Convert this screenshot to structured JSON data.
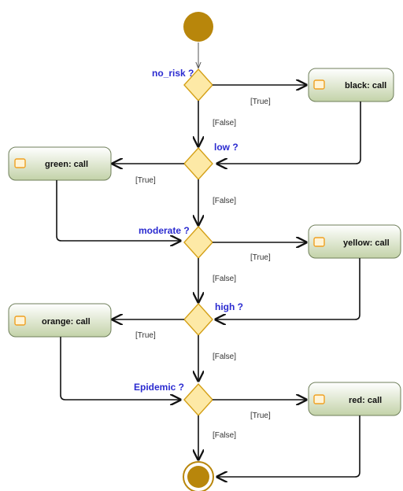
{
  "colors": {
    "node_fill": "#b8860b",
    "decision_fill": "#fde9a6",
    "decision_stroke": "#d4a017",
    "question_text": "#2b2bd0",
    "action_gradient_top": "#ffffff",
    "action_gradient_bottom": "#c8d5b0",
    "action_icon": "#f0a020"
  },
  "decisions": [
    {
      "label": "no_risk ?"
    },
    {
      "label": "low ?"
    },
    {
      "label": "moderate ?"
    },
    {
      "label": "high ?"
    },
    {
      "label": "Epidemic ?"
    }
  ],
  "actions": [
    {
      "label": "black: call",
      "icon": "call-behavior-icon"
    },
    {
      "label": "green: call",
      "icon": "call-behavior-icon"
    },
    {
      "label": "yellow: call",
      "icon": "call-behavior-icon"
    },
    {
      "label": "orange: call",
      "icon": "call-behavior-icon"
    },
    {
      "label": "red: call",
      "icon": "call-behavior-icon"
    }
  ],
  "guards": {
    "true_label": "[True]",
    "false_label": "[False]"
  }
}
